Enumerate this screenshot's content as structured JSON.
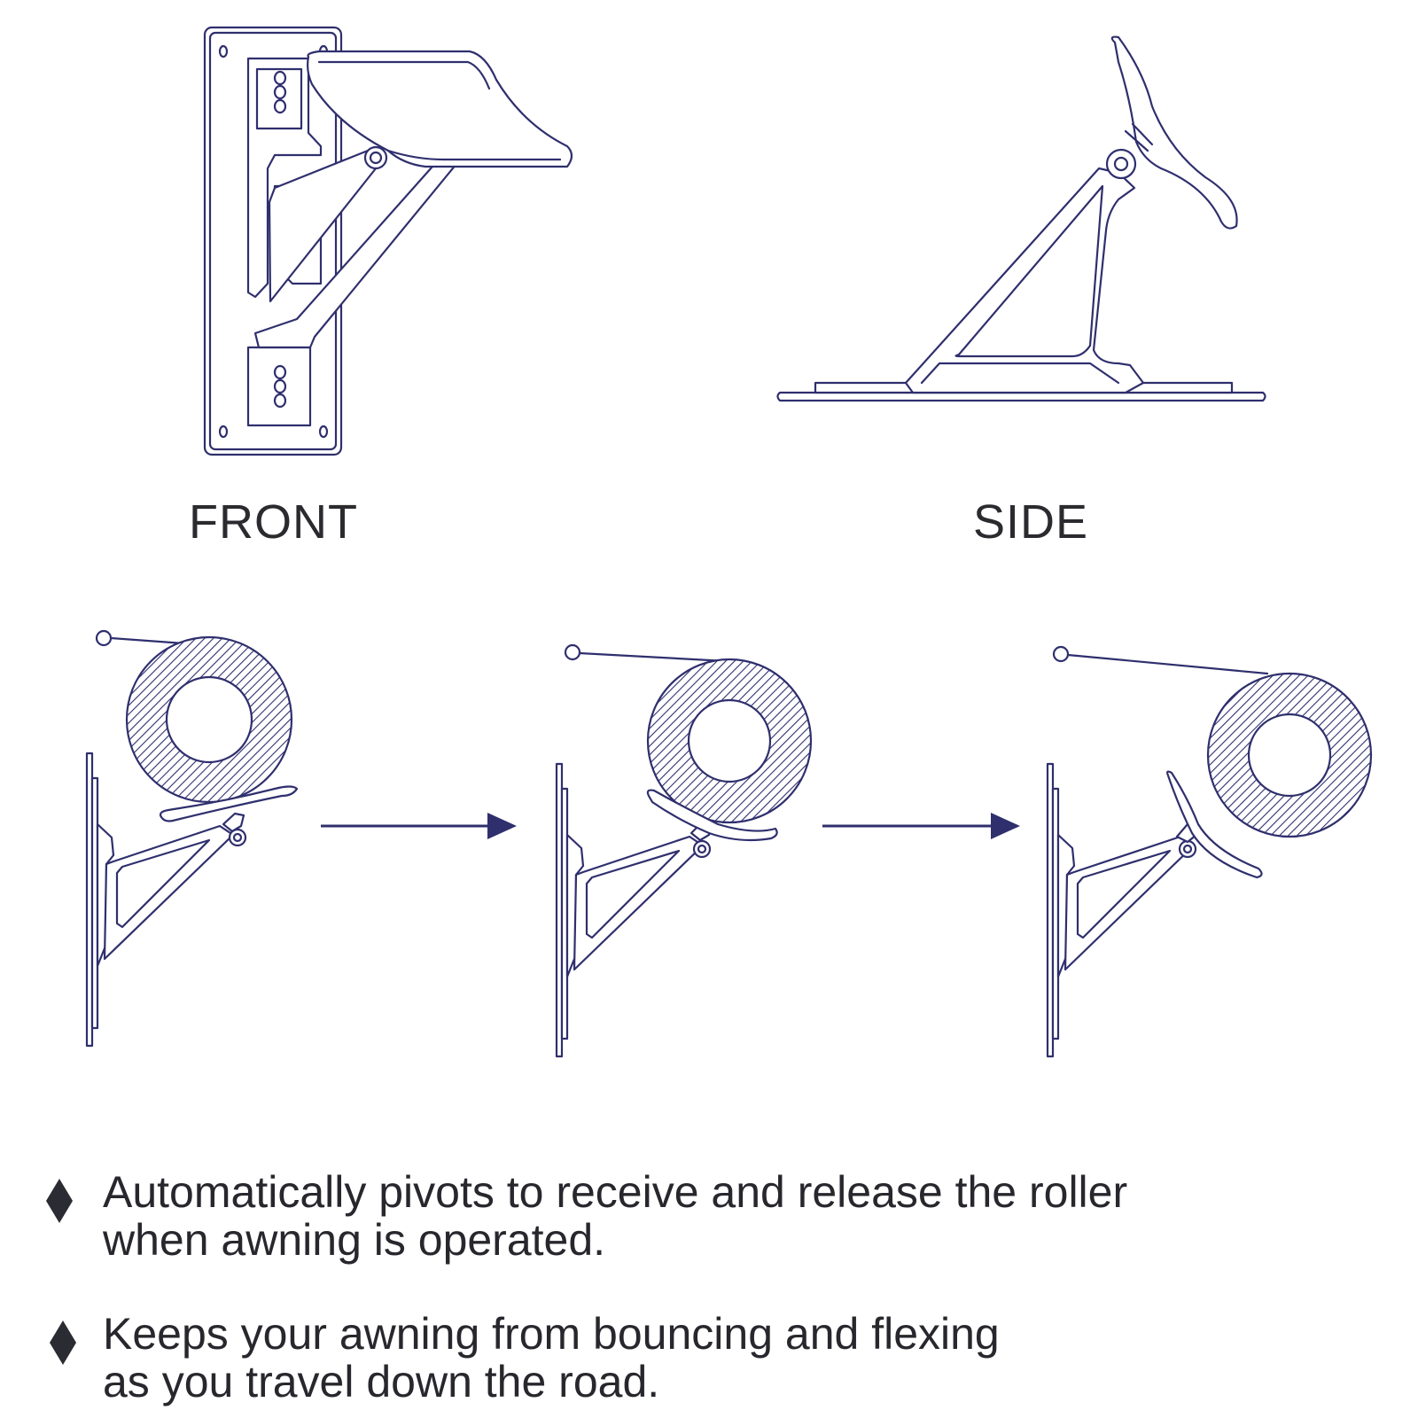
{
  "views": {
    "front_label": "FRONT",
    "side_label": "SIDE"
  },
  "features": [
    {
      "line1": "Automatically pivots to receive and release the roller",
      "line2": "when awning is operated."
    },
    {
      "line1": "Keeps your awning from bouncing and flexing",
      "line2": "as you travel down the road."
    }
  ],
  "colors": {
    "line": "#2f2f6e",
    "text": "#27272d",
    "bullet": "#2b2b33"
  },
  "icons": {
    "bullet": "diamond-bullet-icon",
    "arrow": "right-arrow-icon"
  }
}
